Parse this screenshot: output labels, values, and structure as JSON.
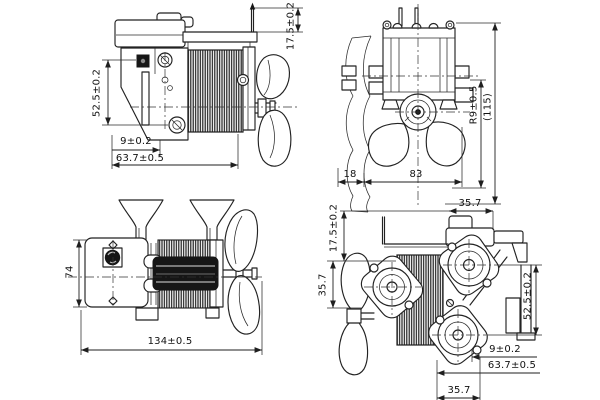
{
  "drawing": {
    "kind": "engineering-orthographic-views",
    "subject": "shaded-pole fan motor",
    "colors": {
      "ink": "#1f1f1f",
      "paper": "#ffffff"
    },
    "views": {
      "side": {
        "dims": {
          "terminal_height": "17.5±0.2",
          "mount_span": "52.5±0.2",
          "boss_offset": "9±0.2",
          "body_depth": "63.7±0.5"
        }
      },
      "front": {
        "dims": {
          "shaft_boss_radius": "R9±0.5",
          "overall_height": "(115)",
          "fan_depth": "18",
          "body_width": "83"
        }
      },
      "top": {
        "dims": {
          "plate_width": "74",
          "overall_length": "134±0.5"
        }
      },
      "rear": {
        "dims": {
          "top_span": "35.7",
          "upper_offset": "17.5±0.2",
          "left_span": "35.7",
          "mount_span": "52.5±0.2",
          "boss_offset": "9±0.2",
          "body_depth": "63.7±0.5",
          "bottom_span": "35.7"
        }
      }
    }
  }
}
